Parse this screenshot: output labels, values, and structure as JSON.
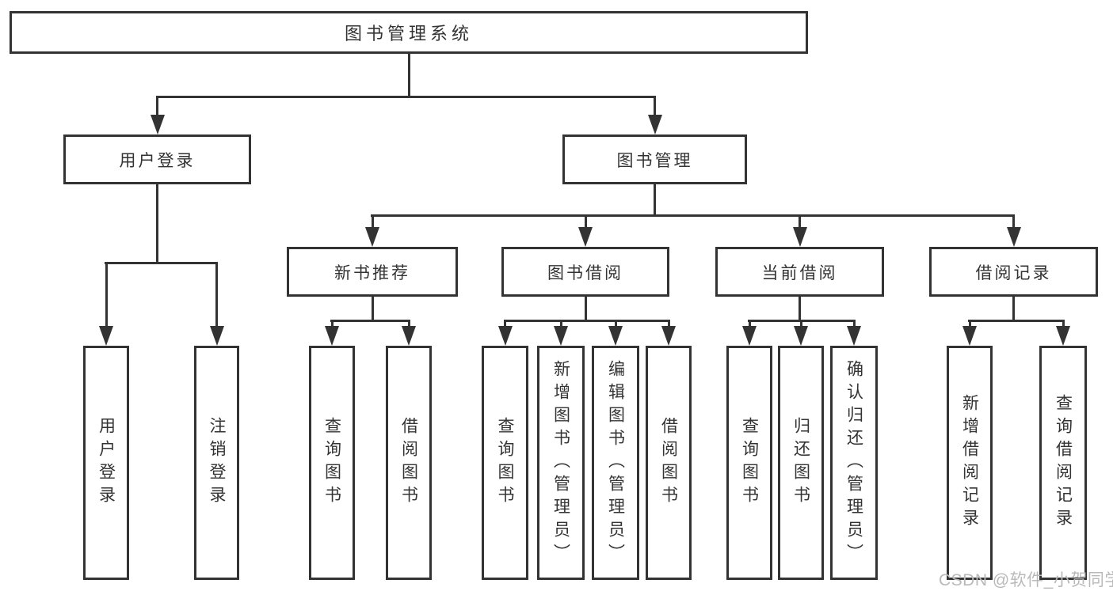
{
  "diagram": {
    "root": {
      "label": "图书管理系统"
    },
    "level2": [
      {
        "label": "用户登录"
      },
      {
        "label": "图书管理"
      }
    ],
    "level3": [
      {
        "label": "新书推荐",
        "parent": "图书管理"
      },
      {
        "label": "图书借阅",
        "parent": "图书管理"
      },
      {
        "label": "当前借阅",
        "parent": "图书管理"
      },
      {
        "label": "借阅记录",
        "parent": "图书管理"
      }
    ],
    "leaves": [
      {
        "label": "用户登录",
        "parent": "用户登录"
      },
      {
        "label": "注销登录",
        "parent": "用户登录"
      },
      {
        "label": "查询图书",
        "parent": "新书推荐"
      },
      {
        "label": "借阅图书",
        "parent": "新书推荐"
      },
      {
        "label": "查询图书",
        "parent": "图书借阅"
      },
      {
        "label": "新增图书（管理员）",
        "parent": "图书借阅"
      },
      {
        "label": "编辑图书（管理员）",
        "parent": "图书借阅"
      },
      {
        "label": "借阅图书",
        "parent": "图书借阅"
      },
      {
        "label": "查询图书",
        "parent": "当前借阅"
      },
      {
        "label": "归还图书",
        "parent": "当前借阅"
      },
      {
        "label": "确认归还（管理员）",
        "parent": "当前借阅"
      },
      {
        "label": "新增借阅记录",
        "parent": "借阅记录"
      },
      {
        "label": "查询借阅记录",
        "parent": "借阅记录"
      }
    ],
    "watermark": "CSDN @软件_小贺同学",
    "colors": {
      "line": "#333333",
      "text": "#333333",
      "watermark": "#b9b9b9",
      "background": "#ffffff"
    }
  }
}
